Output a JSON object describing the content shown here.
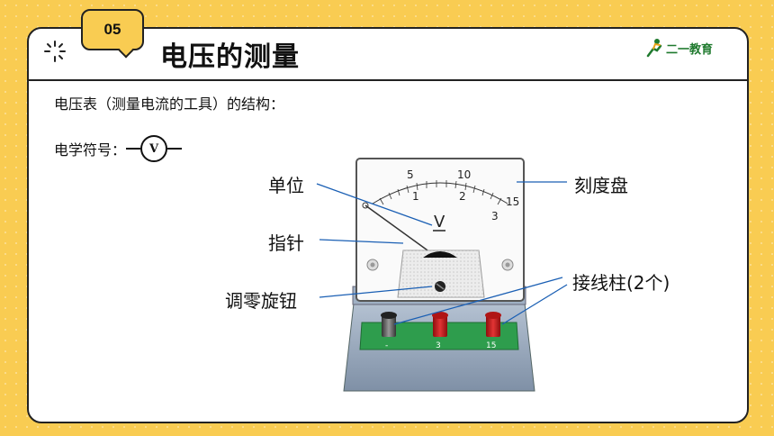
{
  "header": {
    "section_number": "05",
    "title": "电压的测量",
    "logo_text": "二一教育"
  },
  "content": {
    "intro": "电压表（测量电流的工具）的结构：",
    "symbol_label": "电学符号：",
    "symbol_letter": "V"
  },
  "meter": {
    "unit": "V",
    "scale_top": [
      "5",
      "10",
      "15"
    ],
    "scale_bottom": [
      "1",
      "2",
      "3"
    ],
    "terminals": [
      "-",
      "3",
      "15"
    ]
  },
  "callouts": {
    "unit": "单位",
    "needle": "指针",
    "zero_knob": "调零旋钮",
    "dial": "刻度盘",
    "binding_posts": "接线柱(2个)"
  },
  "colors": {
    "background": "#f9cc52",
    "callout_line": "#1a5fb4",
    "terminal_red": "#d41f1f",
    "base_green": "#2e9d4d"
  }
}
